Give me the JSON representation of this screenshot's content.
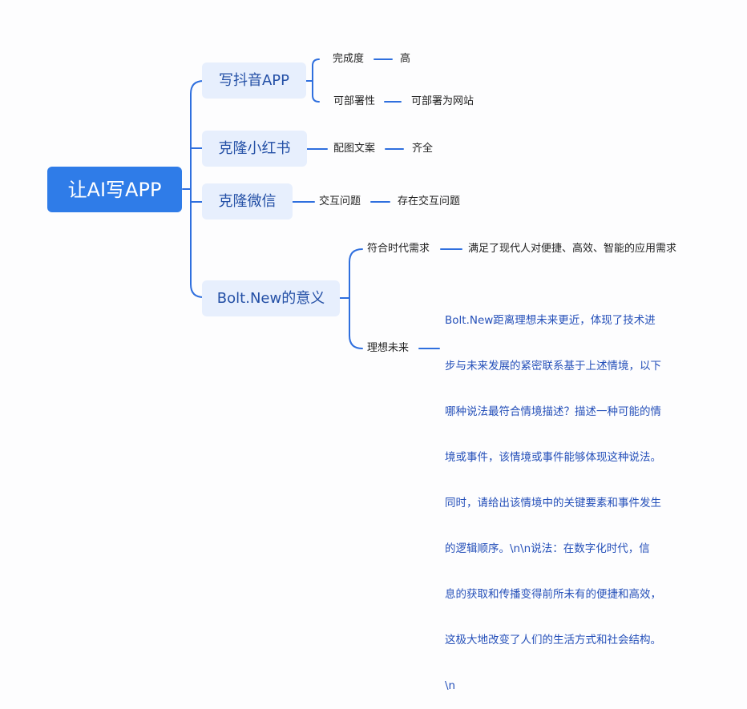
{
  "root": {
    "label": "让AI写APP"
  },
  "branches": [
    {
      "label": "写抖音APP",
      "children": [
        {
          "label": "完成度",
          "value": "高"
        },
        {
          "label": "可部署性",
          "value": "可部署为网站"
        }
      ]
    },
    {
      "label": "克隆小红书",
      "children": [
        {
          "label": "配图文案",
          "value": "齐全"
        }
      ]
    },
    {
      "label": "克隆微信",
      "children": [
        {
          "label": "交互问题",
          "value": "存在交互问题"
        }
      ]
    },
    {
      "label": "Bolt.New的意义",
      "children": [
        {
          "label": "符合时代需求",
          "value": "满足了现代人对便捷、高效、智能的应用需求"
        },
        {
          "label": "理想未来",
          "value_lines": [
            "Bolt.New距离理想未来更近，体现了技术进",
            "步与未来发展的紧密联系基于上述情境，以下",
            "哪种说法最符合情境描述？描述一种可能的情",
            "境或事件，该情境或事件能够体现这种说法。",
            "同时，请给出该情境中的关键要素和事件发生",
            "的逻辑顺序。\\n\\n说法：在数字化时代，信",
            "息的获取和传播变得前所未有的便捷和高效，",
            "这极大地改变了人们的生活方式和社会结构。",
            "\\n"
          ]
        }
      ]
    }
  ]
}
